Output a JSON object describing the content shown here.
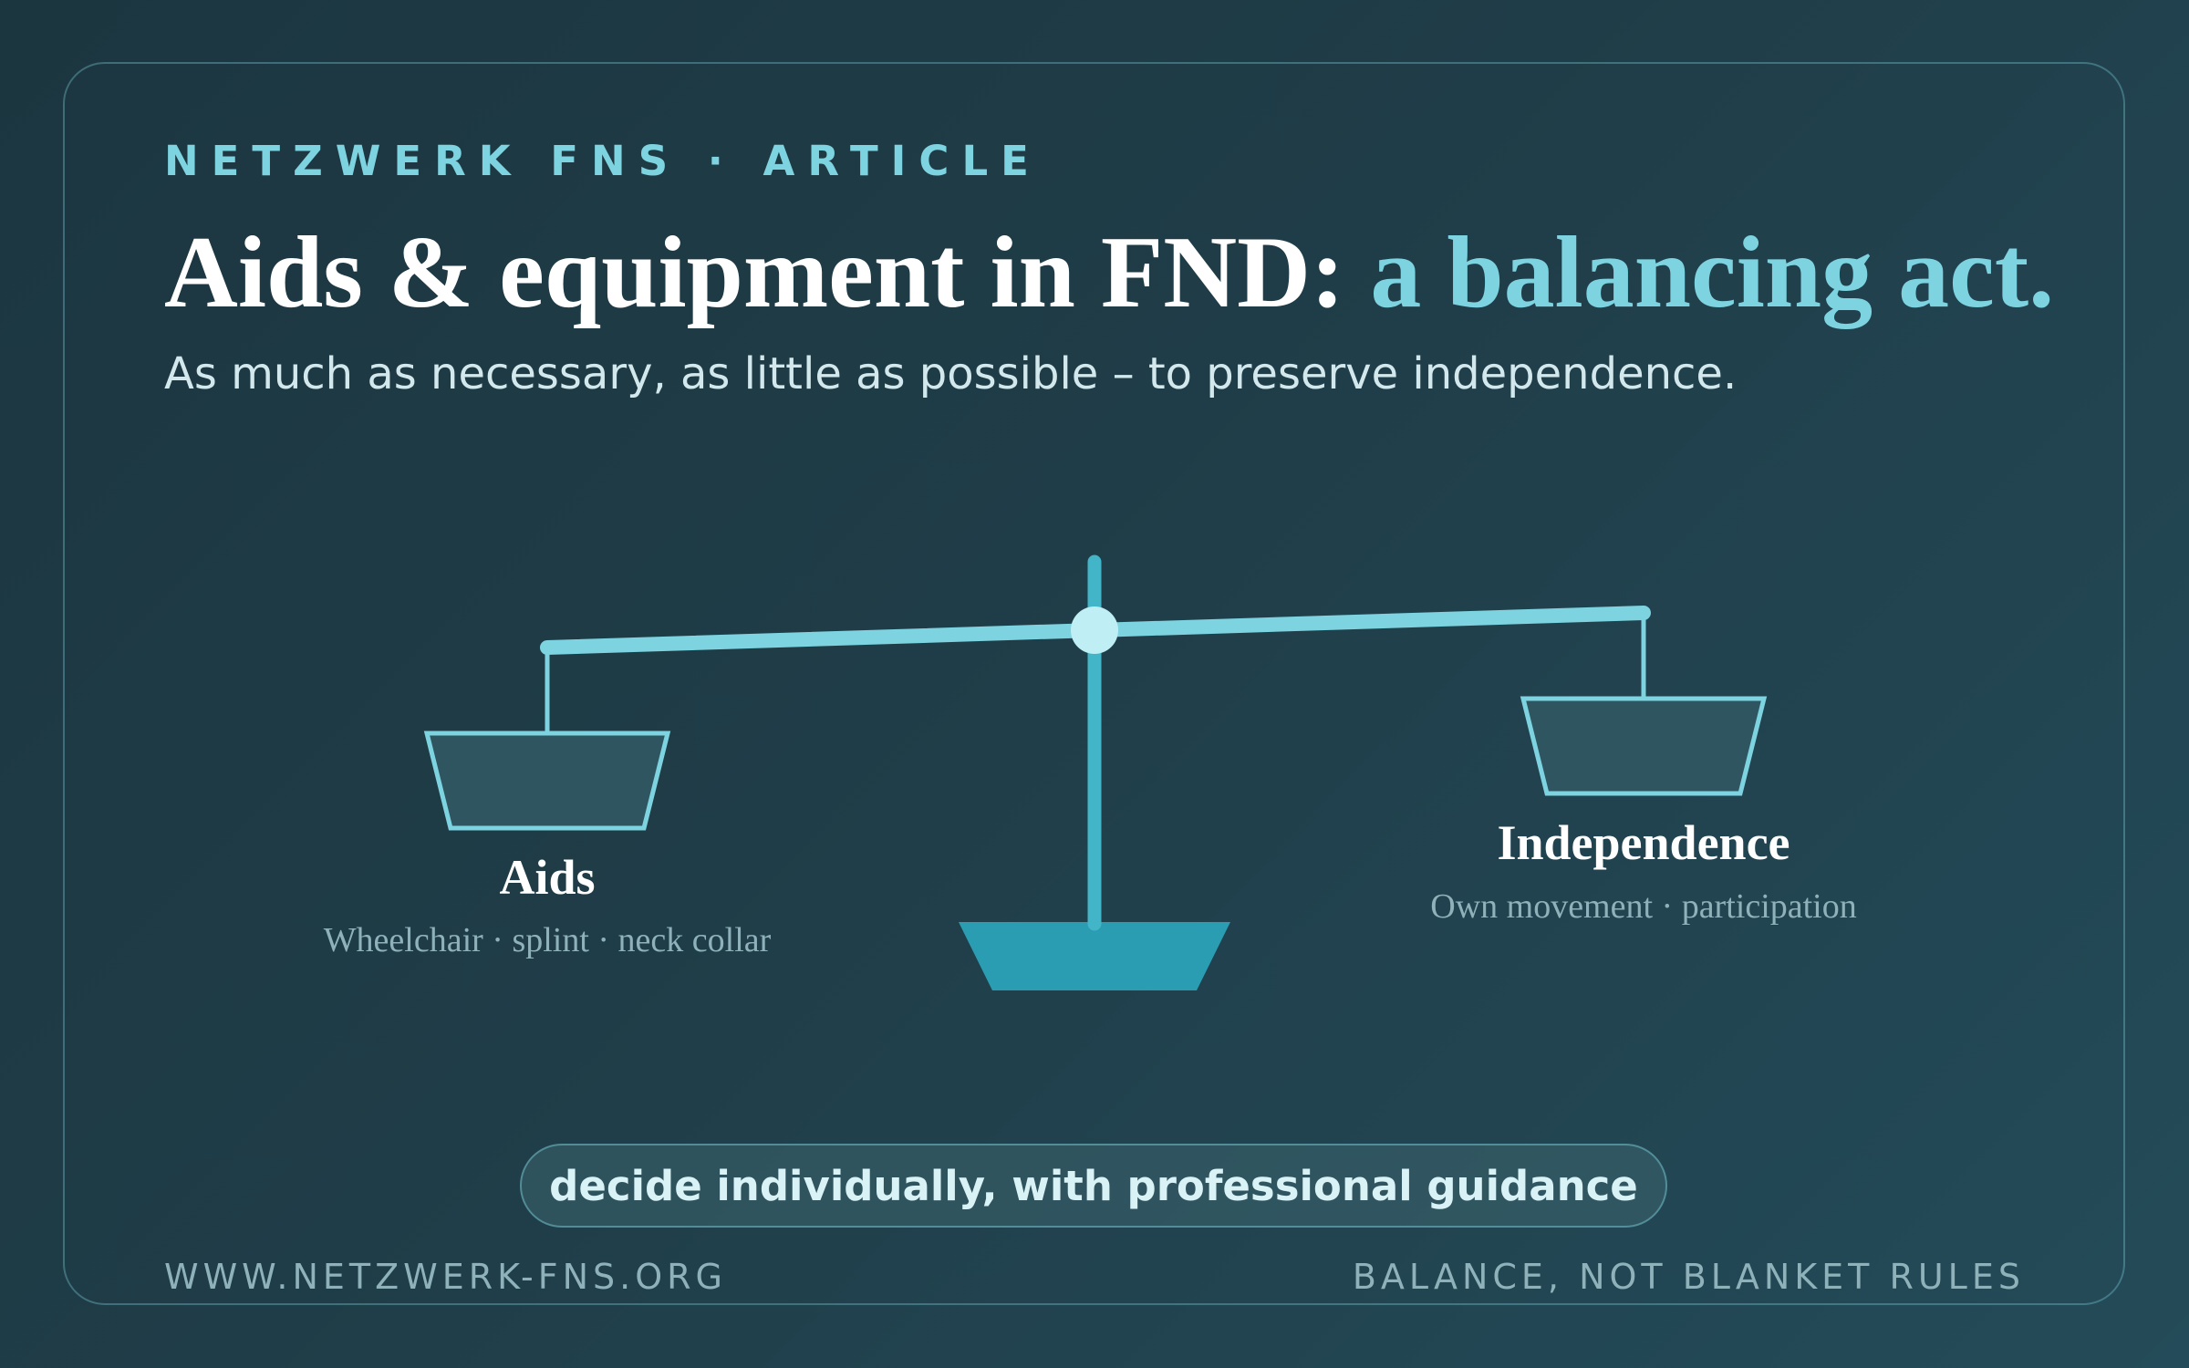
{
  "header": {
    "eyebrow": "NETZWERK FNS · ARTICLE",
    "headline_main": "Aids & equipment in FND: ",
    "headline_accent": "a balancing act.",
    "subtitle": "As much as necessary, as little as possible – to preserve independence."
  },
  "scale": {
    "left_pan": {
      "title": "Aids",
      "caption": "Wheelchair · splint · neck collar"
    },
    "right_pan": {
      "title": "Independence",
      "caption": "Own movement · participation"
    }
  },
  "pill": {
    "label": "decide individually, with professional guidance"
  },
  "footer": {
    "url": "WWW.NETZWERK-FNS.ORG",
    "tagline": "BALANCE, NOT BLANKET RULES"
  },
  "colors": {
    "accent": "#7dd3df",
    "base": "#2b9db3",
    "pan_fill": "#2e5560",
    "text": "#ffffff",
    "muted": "#8fb2ba"
  }
}
